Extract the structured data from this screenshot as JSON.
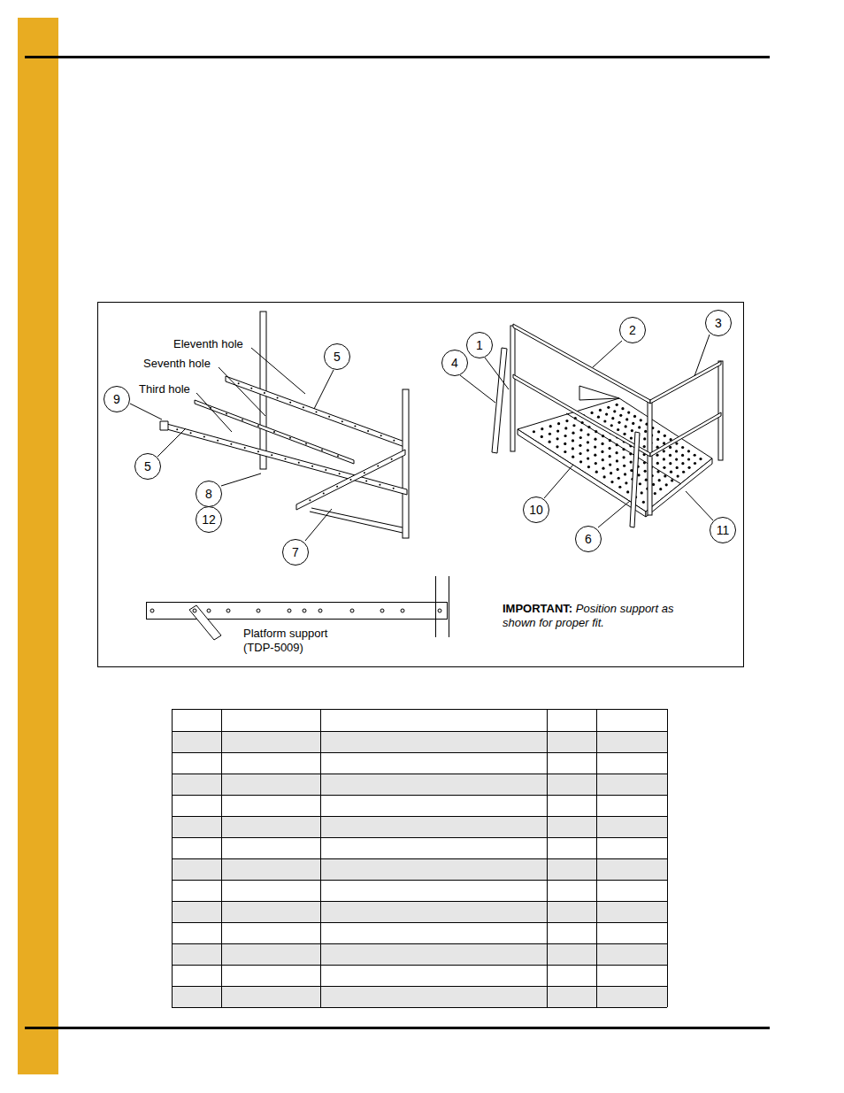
{
  "diagram": {
    "nodes": [
      {
        "text": [
          "3"
        ]
      },
      {
        "text": [
          "2"
        ]
      },
      {
        "text": [
          "1"
        ]
      },
      {
        "text": [
          "5"
        ]
      },
      {
        "text": [
          "4"
        ]
      },
      {
        "text": [
          "9"
        ]
      },
      {
        "text": [
          "5"
        ]
      },
      {
        "text": [
          "8"
        ]
      },
      {
        "text": [
          "10"
        ]
      },
      {
        "text": [
          "12"
        ]
      },
      {
        "text": [
          "11"
        ]
      },
      {
        "text": [
          "6"
        ]
      },
      {
        "text": [
          "7"
        ]
      }
    ],
    "labels": [
      "Eleventh hole",
      "Seventh hole",
      "Third hole",
      "Platform support (TDP-5009)",
      "IMPORTANT:",
      "Position support as shown for proper fit."
    ]
  }
}
